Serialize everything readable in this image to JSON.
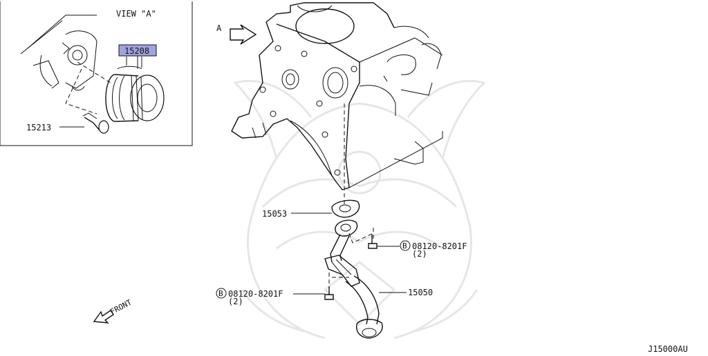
{
  "view": {
    "title": "VIEW \"A\"",
    "callout_filter": "15208",
    "callout_filter_color": "#9fa3e0",
    "callout_stud": "15213"
  },
  "main": {
    "view_arrow_letter": "A",
    "part_gasket": "15053",
    "part_strainer": "15050",
    "bolt_upper": {
      "symbol": "B",
      "code": "08120-8201F",
      "qty": "(2)"
    },
    "bolt_lower": {
      "symbol": "B",
      "code": "08120-8201F",
      "qty": "(2)"
    },
    "front_label": "FRONT",
    "diagram_id": "J15000AU"
  },
  "icons": [
    "front-direction-arrow-icon",
    "view-direction-arrow-icon",
    "circled-b-symbol-icon"
  ]
}
